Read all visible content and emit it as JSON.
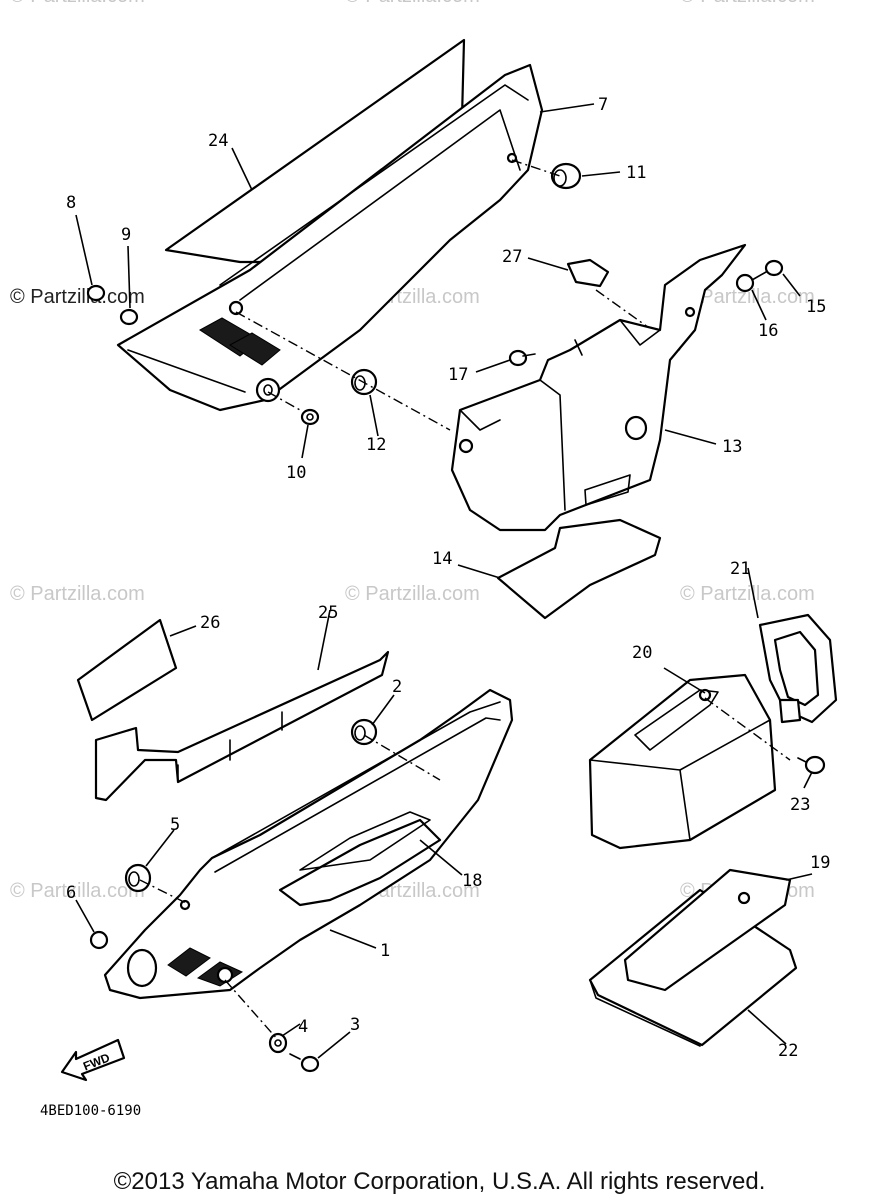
{
  "watermark": "© Partzilla.com",
  "diagram_code": "4BED100-6190",
  "forward_label": "FWD",
  "copyright": "©2013 Yamaha Motor Corporation, U.S.A. All rights reserved.",
  "callouts": {
    "c1": "1",
    "c2": "2",
    "c3": "3",
    "c4": "4",
    "c5": "5",
    "c6": "6",
    "c7": "7",
    "c8": "8",
    "c9": "9",
    "c10": "10",
    "c11": "11",
    "c12": "12",
    "c13": "13",
    "c14": "14",
    "c15": "15",
    "c16": "16",
    "c17": "17",
    "c18": "18",
    "c19": "19",
    "c20": "20",
    "c21": "21",
    "c22": "22",
    "c23": "23",
    "c24": "24",
    "c25": "25",
    "c26": "26",
    "c27": "27"
  }
}
